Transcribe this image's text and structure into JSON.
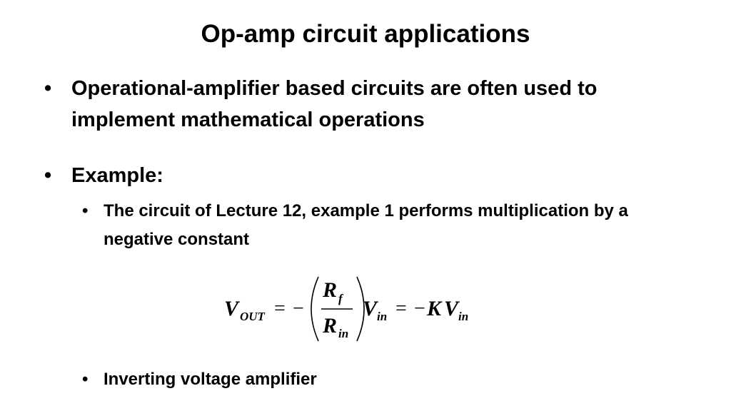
{
  "slide": {
    "title": "Op-amp circuit applications",
    "bullets": [
      {
        "symbol": "•",
        "text": "Operational-amplifier based circuits are often used to implement mathematical operations"
      },
      {
        "symbol": "•",
        "text": "Example:"
      }
    ],
    "sub_bullets": [
      {
        "symbol": "•",
        "text": "The circuit of Lecture 12, example 1 performs multiplication by a negative constant"
      },
      {
        "symbol": "•",
        "text": "Inverting voltage amplifier"
      }
    ],
    "equation": {
      "lhs_var": "V",
      "lhs_sub": "OUT",
      "equals": "=",
      "minus": "−",
      "num_var": "R",
      "num_sub": "f",
      "den_var": "R",
      "den_sub": "in",
      "mid_var": "V",
      "mid_sub": "in",
      "equals2": "=",
      "minus2": "−",
      "const": "K",
      "rhs_var": "V",
      "rhs_sub": "in"
    }
  }
}
